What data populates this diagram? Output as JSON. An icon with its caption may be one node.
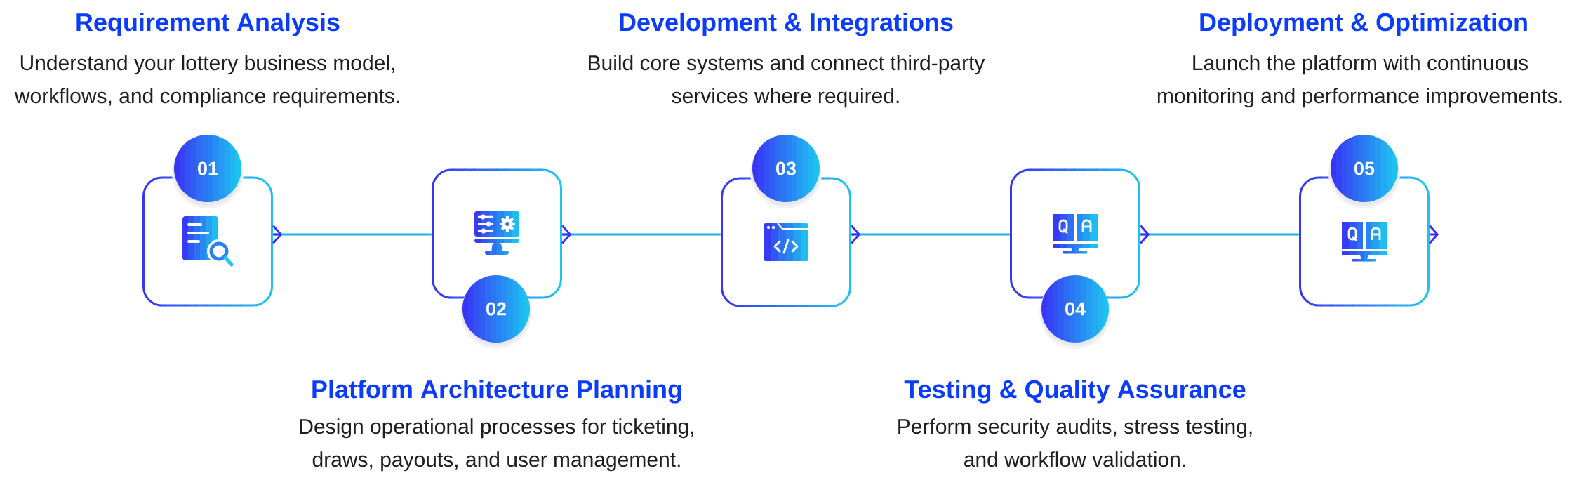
{
  "diagram": {
    "nodes": [
      {
        "text": [],
        "shape": "box",
        "beside": [
          "Requirement Analysis",
          "Understand your lottery business model, workflows, and compliance requirements."
        ]
      },
      {
        "text": [
          "01"
        ]
      },
      {
        "text": [],
        "shape": "box",
        "beside": [
          "Platform Architecture Planning",
          "Design operational processes for ticketing, draws, payouts, and user management."
        ]
      },
      {
        "text": [
          "02"
        ]
      },
      {
        "text": [],
        "shape": "box",
        "beside": [
          "Development & Integrations",
          "Build core systems and connect third-party services where required."
        ]
      },
      {
        "text": [
          "03"
        ]
      },
      {
        "text": [],
        "shape": "box",
        "beside": [
          "Testing & Quality Assurance",
          "Perform security audits, stress testing, and workflow validation."
        ]
      },
      {
        "text": [
          "04"
        ]
      },
      {
        "text": [],
        "shape": "box",
        "beside": [
          "Deployment & Optimization",
          "Launch the platform with continuous monitoring and performance improvements."
        ]
      },
      {
        "text": [
          "05"
        ]
      }
    ],
    "edges": [
      {
        "from": 0,
        "to": null,
        "arrow": "to"
      },
      {
        "from": 0,
        "to": 2,
        "arrow": "none",
        "color": "#1fb0f2"
      },
      {
        "from": 2,
        "to": null,
        "arrow": "to"
      },
      {
        "from": 2,
        "to": 4,
        "arrow": "none",
        "color": "#1fb0f2"
      },
      {
        "from": 4,
        "to": null,
        "arrow": "to"
      },
      {
        "from": 4,
        "to": 6,
        "arrow": "none",
        "color": "#1fb0f2"
      },
      {
        "from": 6,
        "to": null,
        "arrow": "to"
      },
      {
        "from": 6,
        "to": 8,
        "arrow": "none",
        "color": "#1fb0f2"
      },
      {
        "from": 8,
        "to": null,
        "arrow": "to"
      }
    ]
  }
}
